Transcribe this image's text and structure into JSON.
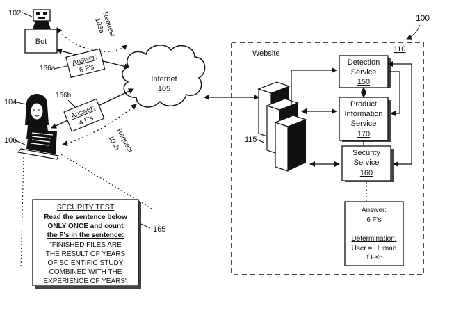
{
  "figure_ref": "100",
  "website": {
    "label": "Website",
    "ref": "110"
  },
  "bot": {
    "label": "Bot",
    "ref": "102"
  },
  "internet": {
    "label": "Internet",
    "ref": "105"
  },
  "user": {
    "ref": "104",
    "computer_ref": "106"
  },
  "servers": {
    "ref": "115"
  },
  "request_a": {
    "label": "Request",
    "ref": "103a"
  },
  "request_b": {
    "label": "Request",
    "ref": "103b"
  },
  "answer_a": {
    "label": "Answer:",
    "value": "6 F's",
    "ref": "166a"
  },
  "answer_b": {
    "label": "Answer:",
    "value": "4 F's",
    "ref": "166b"
  },
  "detection_service": {
    "line1": "Detection",
    "line2": "Service",
    "ref": "150"
  },
  "product_service": {
    "line1": "Product",
    "line2": "Information",
    "line3": "Service",
    "ref": "170"
  },
  "security_service": {
    "line1": "Security",
    "line2": "Service",
    "ref": "160"
  },
  "result_box": {
    "answer_label": "Answer:",
    "answer_value": "6 F's",
    "determination_label": "Determination:",
    "determination_line1": "User = Human",
    "determination_line2": "if F<6"
  },
  "security_test": {
    "ref": "165",
    "title": "SECURITY TEST",
    "instr1": "Read the sentence below",
    "instr2": "ONLY ONCE and count",
    "instr3": "the F's in the sentence:",
    "sent1": "\"FINISHED FILES ARE",
    "sent2": "THE RESULT OF YEARS",
    "sent3": "OF SCIENTIFIC STUDY",
    "sent4": "COMBINED WITH THE",
    "sent5": "EXPERIENCE OF YEARS\""
  }
}
